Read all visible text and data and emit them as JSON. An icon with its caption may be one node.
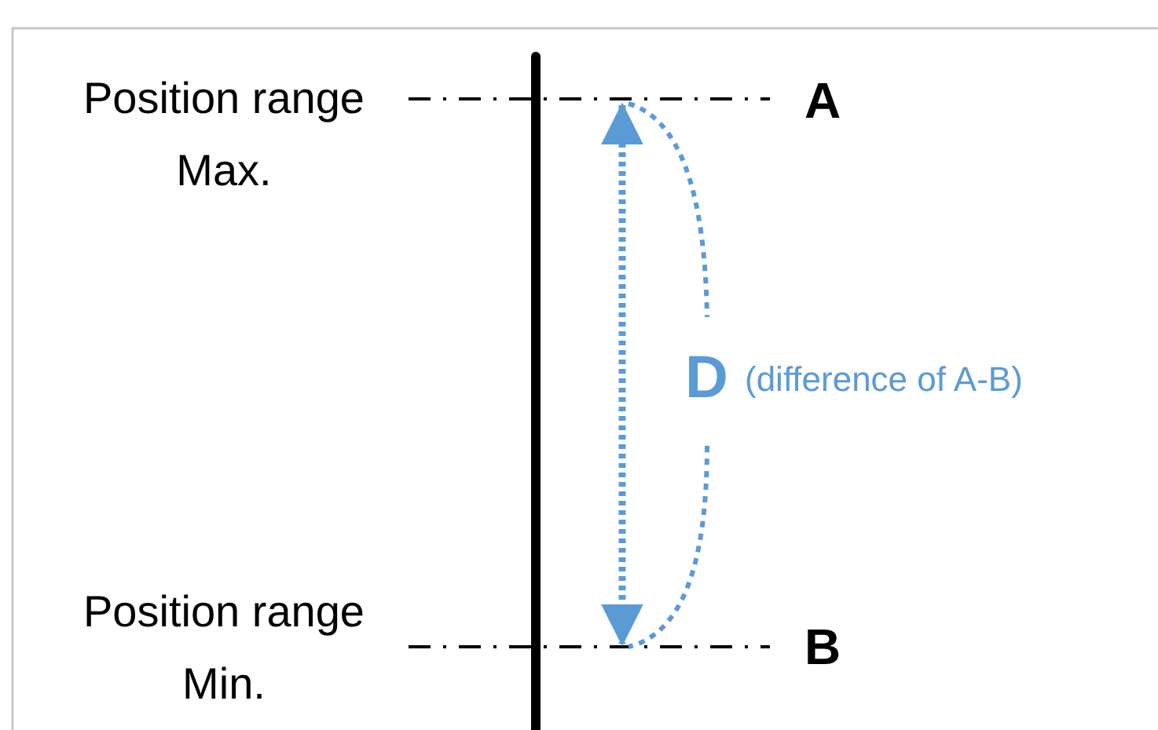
{
  "diagram": {
    "labels": [
      "Position range Max.",
      "A",
      "D",
      "(difference of A-B)",
      "Position range Min.",
      "B"
    ]
  }
}
